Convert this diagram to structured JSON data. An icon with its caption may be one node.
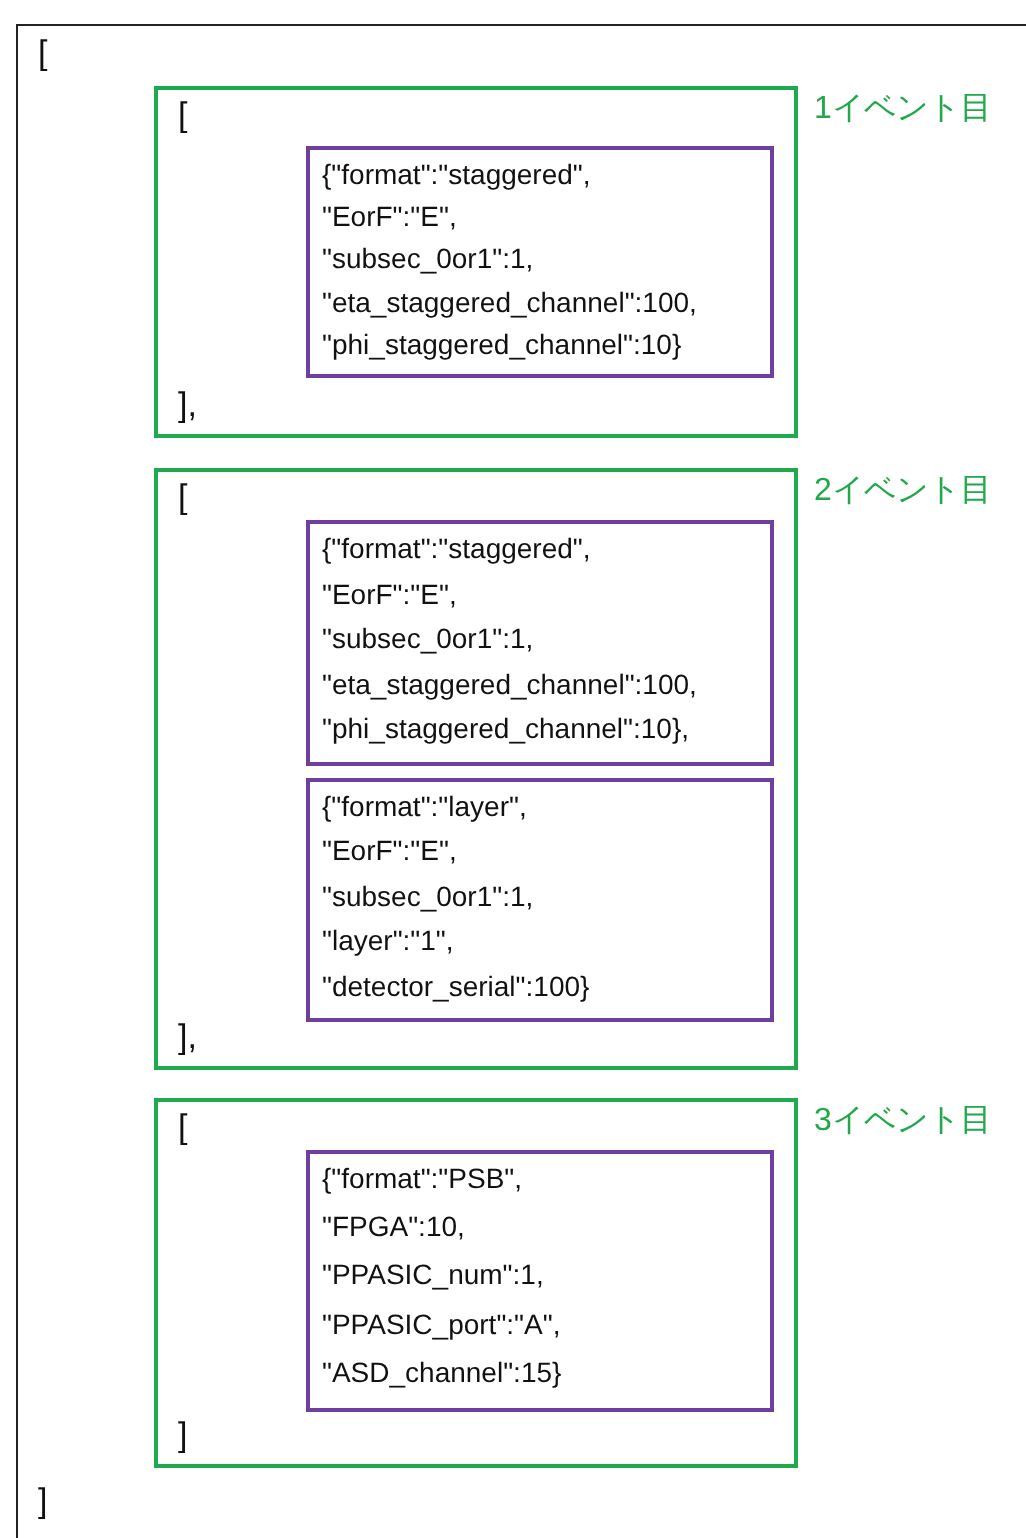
{
  "diagram": {
    "nodes": [
      {
        "text": [
          "[",
          "]"
        ]
      },
      {
        "text": [
          "[",
          "],"
        ],
        "beside": [
          "1イベント目"
        ],
        "in": 0
      },
      {
        "text": [
          "{\"format\":\"staggered\",",
          "\"EorF\":\"E\",",
          "\"subsec_0or1\":1,",
          "\"eta_staggered_channel\":100,",
          "\"phi_staggered_channel\":10}"
        ],
        "in": 1
      },
      {
        "text": [
          "[",
          "],"
        ],
        "beside": [
          "2イベント目"
        ],
        "in": 0
      },
      {
        "text": [
          "{\"format\":\"staggered\",",
          "\"EorF\":\"E\",",
          "\"subsec_0or1\":1,",
          "\"eta_staggered_channel\":100,",
          "\"phi_staggered_channel\":10},"
        ],
        "in": 3
      },
      {
        "text": [
          "{\"format\":\"layer\",",
          "\"EorF\":\"E\",",
          "\"subsec_0or1\":1,",
          "\"layer\":\"1\",",
          "\"detector_serial\":100}"
        ],
        "in": 3
      },
      {
        "text": [
          "[",
          "]"
        ],
        "beside": [
          "3イベント目"
        ],
        "in": 0
      },
      {
        "text": [
          "{\"format\":\"PSB\",",
          "\"FPGA\":10,",
          "\"PPASIC_num\":1,",
          "\"PPASIC_port\":\"A\",",
          "\"ASD_channel\":15}"
        ],
        "in": 6
      }
    ]
  }
}
